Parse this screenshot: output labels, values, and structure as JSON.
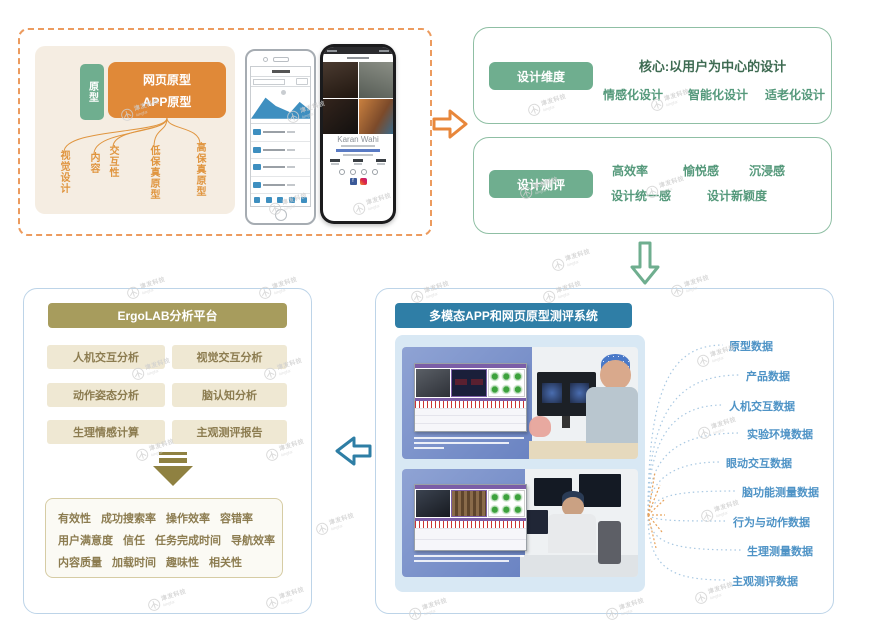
{
  "prototype_panel": {
    "origin_label": "原型",
    "type1": "网页原型",
    "type2": "APP原型",
    "branches": [
      "视觉设计",
      "内容",
      "交互性",
      "低保真原型",
      "高保真原型"
    ]
  },
  "phones": {
    "profile_name": "Karan Wahi"
  },
  "design_dimension": {
    "label": "设计维度",
    "core": "核心:以用户为中心的设计",
    "items": [
      "情感化设计",
      "智能化设计",
      "适老化设计"
    ]
  },
  "design_evaluation": {
    "label": "设计测评",
    "row1": [
      "高效率",
      "愉悦感",
      "沉浸感"
    ],
    "row2": [
      "设计统一感",
      "设计新颖度"
    ]
  },
  "ergolab": {
    "title": "ErgoLAB分析平台",
    "modules": [
      "人机交互分析",
      "视觉交互分析",
      "动作姿态分析",
      "脑认知分析",
      "生理情感计算",
      "主观测评报告"
    ],
    "metrics": [
      [
        "有效性",
        "成功搜索率",
        "操作效率",
        "容错率"
      ],
      [
        "用户满意度",
        "信任",
        "任务完成时间",
        "导航效率"
      ],
      [
        "内容质量",
        "加载时间",
        "趣味性",
        "相关性"
      ]
    ]
  },
  "evaluation_system": {
    "title": "多模态APP和网页原型测评系统",
    "data_outputs": [
      "原型数据",
      "产品数据",
      "人机交互数据",
      "实验环境数据",
      "眼动交互数据",
      "脑功能测量数据",
      "行为与动作数据",
      "生理测量数据",
      "主观测评数据"
    ]
  },
  "watermark": {
    "text": "津发科技",
    "subtext": "kingfar"
  },
  "colors": {
    "orange": "#E8873B",
    "green": "#6FAE8F",
    "olive": "#A79C5D",
    "blue_header": "#2F7EA6",
    "list_blue": "#4E93C6",
    "dashed_border": "#EC9B5E"
  }
}
